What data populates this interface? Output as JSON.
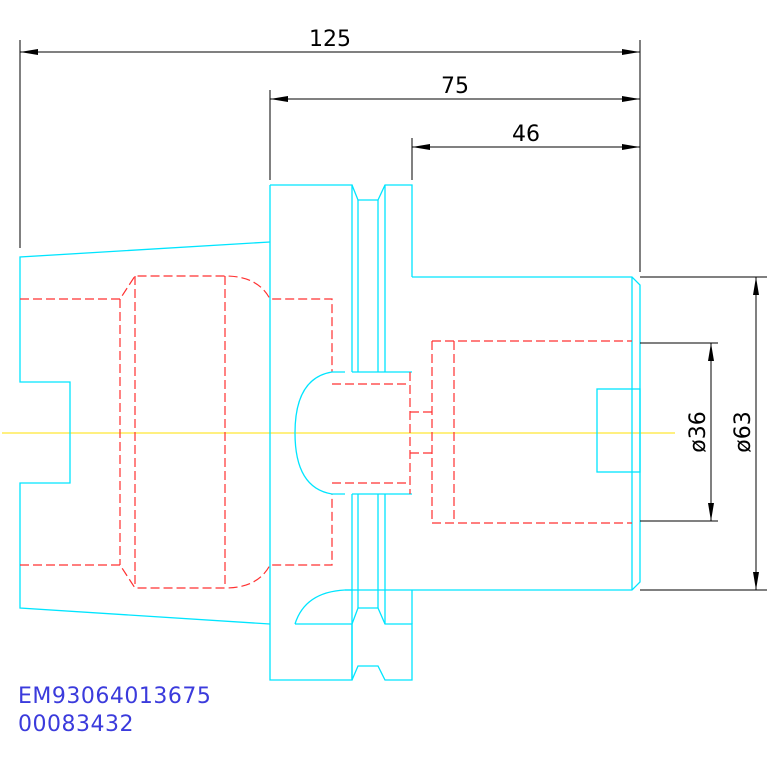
{
  "dimensions": {
    "overall_length": "125",
    "length_75": "75",
    "length_46": "46",
    "bore_diameter": "ø36",
    "outer_diameter": "ø63"
  },
  "part_codes": {
    "code_1": "EM93064013675",
    "code_2": "00083432"
  },
  "colors": {
    "outline": "#00e5ff",
    "hidden_lines": "#ff3030",
    "center_line": "#ffe000",
    "dimension_lines": "#000000",
    "part_code_text": "#3b3bdc"
  }
}
